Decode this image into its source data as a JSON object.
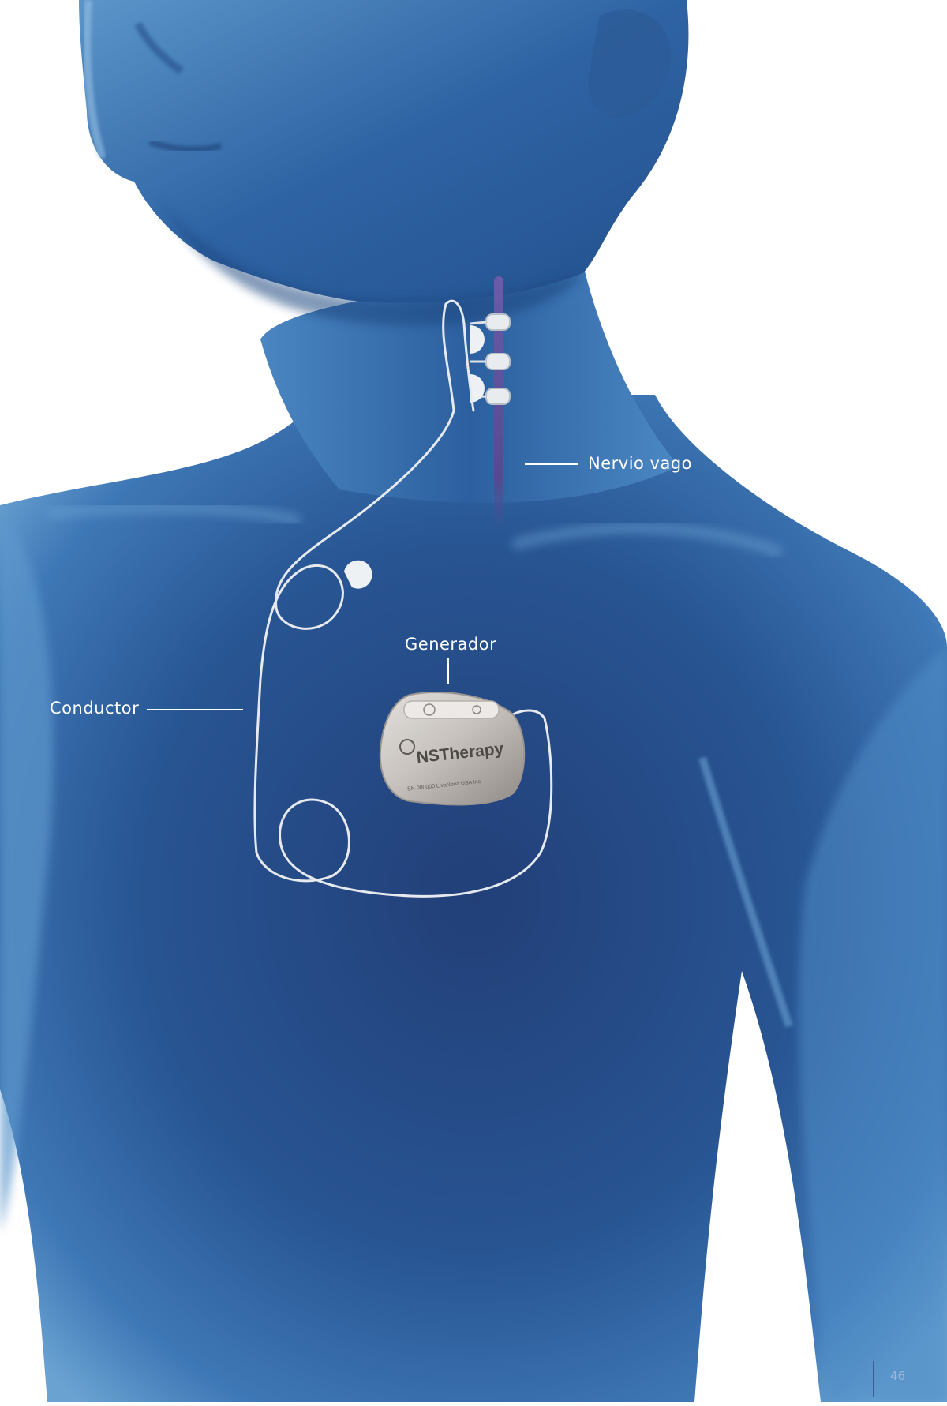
{
  "labels": {
    "nerve": "Nervio vago",
    "generator": "Generador",
    "lead": "Conductor"
  },
  "device": {
    "brand_text": "NSTherapy",
    "serial_text": "SN 000000   LivaNova USA Inc"
  },
  "page_number": "46",
  "colors": {
    "background": "#ffffff",
    "body_light": "#6ba4d3",
    "body_mid": "#2f6aaa",
    "body_dark": "#1f3f78",
    "nerve": "#5a4f96",
    "lead_wire": "#e6e9ee",
    "generator": "#c9c5c2",
    "label_text": "#ffffff"
  }
}
